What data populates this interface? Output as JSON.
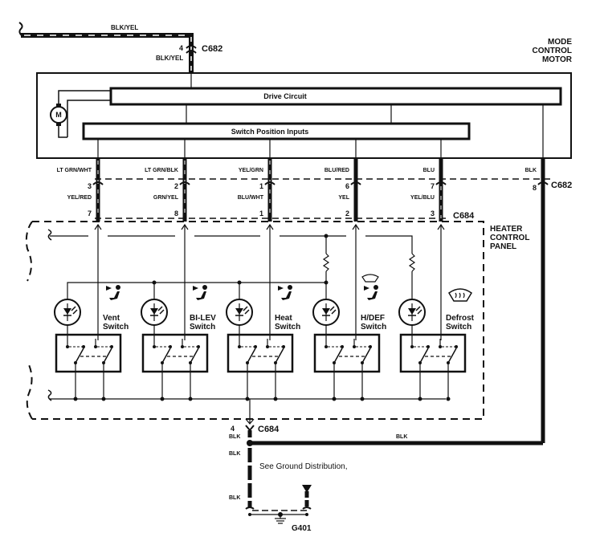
{
  "mode_control_motor": {
    "title_lines": [
      "MODE",
      "CONTROL",
      "MOTOR"
    ],
    "motor_symbol": "M",
    "drive_circuit_label": "Drive Circuit",
    "switch_position_inputs_label": "Switch Position Inputs"
  },
  "power_feed": {
    "wire_color_top": "BLK/YEL",
    "pin": "4",
    "connector": "C682",
    "wire_color_lower": "BLK/YEL"
  },
  "connectors": {
    "upper": "C682",
    "lower": "C684"
  },
  "circuits": [
    {
      "upper_wire": "LT GRN/WHT",
      "upper_pin": "3",
      "lower_wire": "YEL/RED",
      "lower_pin": "7"
    },
    {
      "upper_wire": "LT GRN/BLK",
      "upper_pin": "2",
      "lower_wire": "GRN/YEL",
      "lower_pin": "8"
    },
    {
      "upper_wire": "YEL/GRN",
      "upper_pin": "1",
      "lower_wire": "BLU/WHT",
      "lower_pin": "1"
    },
    {
      "upper_wire": "BLU/RED",
      "upper_pin": "6",
      "lower_wire": "YEL",
      "lower_pin": "2"
    },
    {
      "upper_wire": "BLU",
      "upper_pin": "7",
      "lower_wire": "YEL/BLU",
      "lower_pin": "3"
    }
  ],
  "ground_circuit": {
    "upper_wire": "BLK",
    "upper_pin": "8",
    "connector": "C682"
  },
  "heater_control_panel": {
    "title_lines": [
      "HEATER",
      "CONTROL",
      "PANEL"
    ],
    "switches": [
      {
        "name_line1": "Vent",
        "name_line2": "Switch",
        "icon": "vent-mode-icon"
      },
      {
        "name_line1": "BI-LEV",
        "name_line2": "Switch",
        "icon": "bilevel-mode-icon"
      },
      {
        "name_line1": "Heat",
        "name_line2": "Switch",
        "icon": "heat-mode-icon"
      },
      {
        "name_line1": "H/DEF",
        "name_line2": "Switch",
        "icon": "heat-defrost-mode-icon"
      },
      {
        "name_line1": "Defrost",
        "name_line2": "Switch",
        "icon": "defrost-mode-icon"
      }
    ]
  },
  "ground": {
    "pin": "4",
    "connector": "C684",
    "wire_colors": [
      "BLK",
      "BLK",
      "BLK"
    ],
    "return_wire": "BLK",
    "note": "See Ground Distribution,",
    "ground_point": "G401"
  }
}
